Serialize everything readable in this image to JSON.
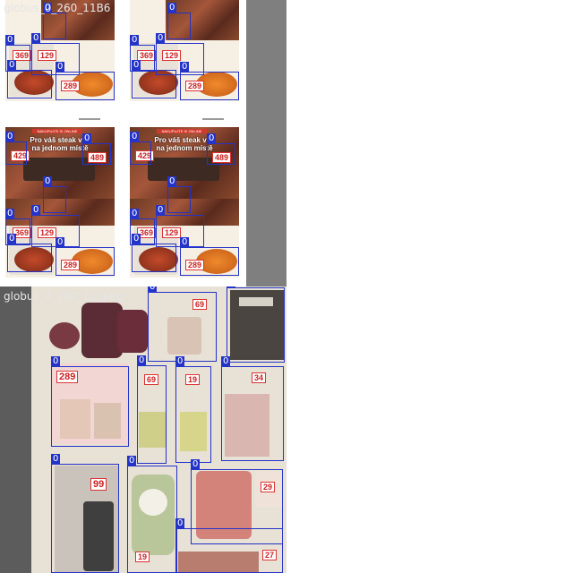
{
  "tiles": [
    {
      "label": "globus_0_260_11B6"
    },
    {
      "label": ""
    },
    {
      "label": ""
    },
    {
      "label": ""
    },
    {
      "label": "globus_0_260_11.jpeg"
    }
  ],
  "detection_tag": "0",
  "prices": {
    "a": "369",
    "b": "129",
    "c": "289",
    "d": "429",
    "e": "489",
    "f": "69",
    "g": "19",
    "h": "34",
    "i": "99",
    "j": "29",
    "k": "19",
    "l": "27"
  },
  "promo": {
    "banner": "NAKUPUJTE SI ONLINE",
    "headline_line1": "Pro váš steak vše",
    "headline_line2": "na jednom místě"
  },
  "colors": {
    "box": "#2433c8",
    "price_red": "#cc2222",
    "gray_bg": "#808080"
  }
}
